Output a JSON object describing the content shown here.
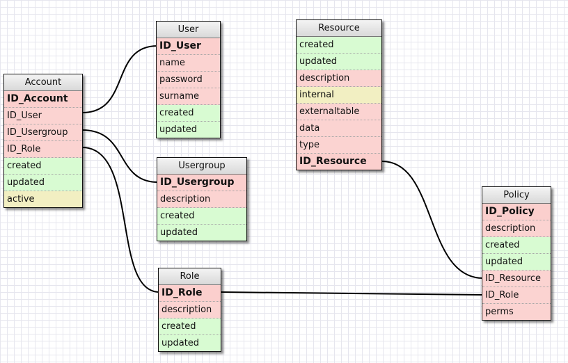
{
  "tables": {
    "user": {
      "title": "User",
      "fields": [
        {
          "name": "ID_User",
          "kind": "pk"
        },
        {
          "name": "name",
          "kind": "red"
        },
        {
          "name": "password",
          "kind": "red"
        },
        {
          "name": "surname",
          "kind": "red"
        },
        {
          "name": "created",
          "kind": "green"
        },
        {
          "name": "updated",
          "kind": "green"
        }
      ]
    },
    "account": {
      "title": "Account",
      "fields": [
        {
          "name": "ID_Account",
          "kind": "pk"
        },
        {
          "name": "ID_User",
          "kind": "red"
        },
        {
          "name": "ID_Usergroup",
          "kind": "red"
        },
        {
          "name": "ID_Role",
          "kind": "red"
        },
        {
          "name": "created",
          "kind": "green"
        },
        {
          "name": "updated",
          "kind": "green"
        },
        {
          "name": "active",
          "kind": "yellow"
        }
      ]
    },
    "usergroup": {
      "title": "Usergroup",
      "fields": [
        {
          "name": "ID_Usergroup",
          "kind": "pk"
        },
        {
          "name": "description",
          "kind": "red"
        },
        {
          "name": "created",
          "kind": "green"
        },
        {
          "name": "updated",
          "kind": "green"
        }
      ]
    },
    "role": {
      "title": "Role",
      "fields": [
        {
          "name": "ID_Role",
          "kind": "pk"
        },
        {
          "name": "description",
          "kind": "red"
        },
        {
          "name": "created",
          "kind": "green"
        },
        {
          "name": "updated",
          "kind": "green"
        }
      ]
    },
    "resource": {
      "title": "Resource",
      "fields": [
        {
          "name": "created",
          "kind": "green"
        },
        {
          "name": "updated",
          "kind": "green"
        },
        {
          "name": "description",
          "kind": "red"
        },
        {
          "name": "internal",
          "kind": "yellow"
        },
        {
          "name": "externaltable",
          "kind": "red"
        },
        {
          "name": "data",
          "kind": "red"
        },
        {
          "name": "type",
          "kind": "red"
        },
        {
          "name": "ID_Resource",
          "kind": "pk"
        }
      ]
    },
    "policy": {
      "title": "Policy",
      "fields": [
        {
          "name": "ID_Policy",
          "kind": "pk"
        },
        {
          "name": "description",
          "kind": "red"
        },
        {
          "name": "created",
          "kind": "green"
        },
        {
          "name": "updated",
          "kind": "green"
        },
        {
          "name": "ID_Resource",
          "kind": "red"
        },
        {
          "name": "ID_Role",
          "kind": "red"
        },
        {
          "name": "perms",
          "kind": "red"
        }
      ]
    }
  },
  "relations": [
    {
      "from": "account.ID_User",
      "to": "user.ID_User"
    },
    {
      "from": "account.ID_Usergroup",
      "to": "usergroup.ID_Usergroup"
    },
    {
      "from": "account.ID_Role",
      "to": "role.ID_Role"
    },
    {
      "from": "role.ID_Role",
      "to": "policy.ID_Role"
    },
    {
      "from": "resource.ID_Resource",
      "to": "policy.ID_Resource"
    }
  ]
}
